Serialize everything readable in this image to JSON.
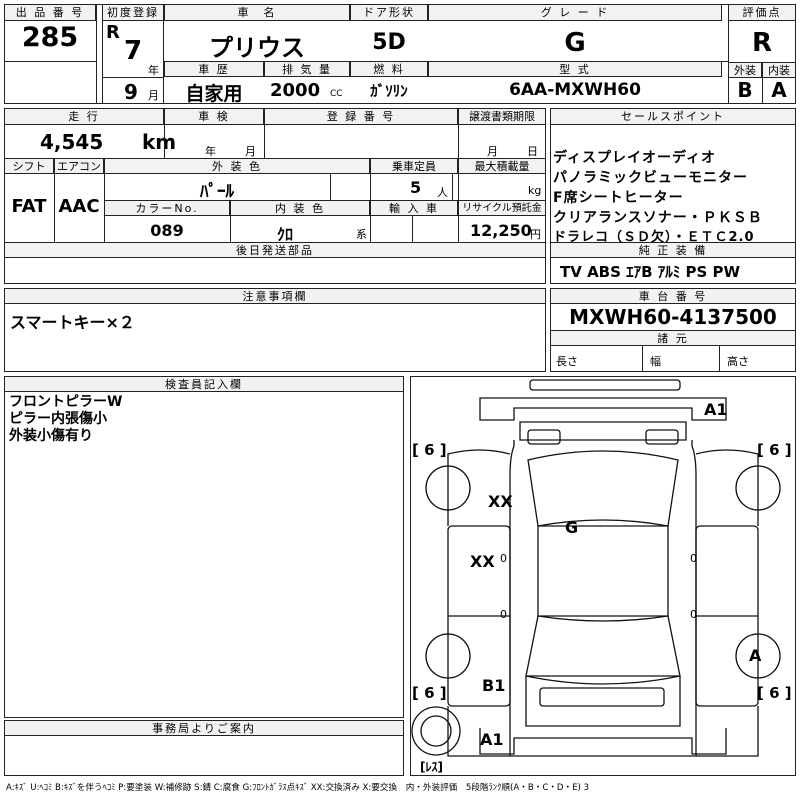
{
  "labels": {
    "auction_no": "出 品 番 号",
    "first_reg": "初度登録",
    "car_name": "車　名",
    "door": "ドア形状",
    "grade": "グ レ ー ド",
    "score": "評価点",
    "history": "車 歴",
    "displacement": "排 気 量",
    "fuel": "燃 料",
    "model_code": "型 式",
    "exterior": "外装",
    "interior": "内装",
    "mileage": "走 行",
    "inspection": "車 検",
    "reg_no": "登 録 番 号",
    "transfer_deadline": "譲渡書類期限",
    "sales_points": "セールスポイント",
    "shift": "シフト",
    "aircon": "エアコン",
    "exterior_color": "外 装 色",
    "capacity": "乗車定員",
    "max_load": "最大積載量",
    "color_no": "カラーNo.",
    "interior_color": "内 装 色",
    "import": "輸 入 車",
    "recycle": "リサイクル預託金",
    "later_parts": "後日発送部品",
    "genuine_equipment": "純 正 装 備",
    "notes": "注意事項欄",
    "chassis_no": "車 台 番 号",
    "dimensions": "諸 元",
    "inspector": "検査員記入欄",
    "office": "事務局よりご案内"
  },
  "units": {
    "year": "年",
    "month": "月",
    "cc": "CC",
    "km": "km",
    "persons": "人",
    "kg": "kg",
    "yen": "円",
    "kei": "系",
    "length": "長さ",
    "width": "幅",
    "height": "高さ"
  },
  "vehicle": {
    "auction_no": "285",
    "era": "R",
    "reg_year": "7",
    "reg_month": "9",
    "name": "プリウス",
    "door": "5D",
    "grade": "G",
    "score": "R",
    "exterior_grade": "B",
    "interior_grade": "A",
    "history": "自家用",
    "displacement": "2000",
    "fuel": "ｶﾞｿﾘﾝ",
    "model_code": "6AA-MXWH60",
    "mileage": "4,545",
    "shift": "FAT",
    "aircon": "AAC",
    "exterior_color": "ﾊﾟｰﾙ",
    "capacity": "5",
    "color_no": "089",
    "interior_color": "ｸﾛ",
    "recycle_fee": "12,250",
    "chassis_no": "MXWH60-4137500"
  },
  "sales_points": [
    "ディスプレイオーディオ",
    "パノラミックビューモニター",
    "F席シートヒーター",
    "クリアランスソナー・ＰＫＳＢ",
    "ドラレコ（ＳＤ欠）・ＥＴＣ2.0"
  ],
  "equipment": "TV ABS ｴｱB ｱﾙﾐ PS PW",
  "notes": [
    "スマートキー×２"
  ],
  "inspector_notes": [
    "フロントピラーW",
    "ピラー内張傷小",
    "外装小傷有り"
  ],
  "diagram": {
    "marks": {
      "a1_top": "A1",
      "xx1": "XX",
      "g": "G",
      "xx2": "XX",
      "b1": "B1",
      "a_wheel": "A",
      "a1_bottom": "A1",
      "zero": "0"
    },
    "tires": {
      "fl": "[ 6 ]",
      "fr": "[ 6 ]",
      "rl": "[ 6 ]",
      "rr": "[ 6 ]"
    },
    "spare": "[ﾚｽ]"
  },
  "legend": "A:ｷｽﾞ U:ﾍｺﾐ B:ｷｽﾞを伴うﾍｺﾐ P:要塗装 W:補修跡 S:錆 C:腐食 G:ﾌﾛﾝﾄｶﾞﾗｽ点ｷｽﾞ XX:交換済み X:要交換　内・外装評価　5段階ﾗﾝｸ順(A・B・C・D・E) 3"
}
